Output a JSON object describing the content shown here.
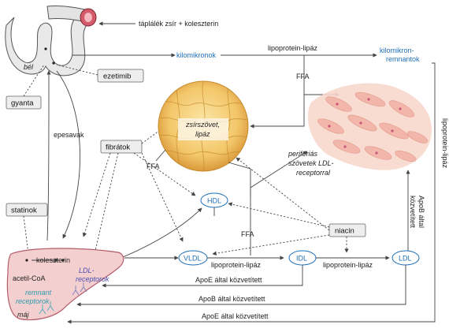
{
  "labels": {
    "nutrients": "táplálék zsír + koleszterin",
    "gut": "bél",
    "chylomicrons": "kilomikronok",
    "lpl_top": "lipoprotein-lipáz",
    "chylo_remnants_1": "kilomikron-",
    "chylo_remnants_2": "remnantok",
    "ffa_top": "FFA",
    "adipose_1": "zsírszövet,",
    "adipose_2": "lipáz",
    "peripheral_1": "perifériás",
    "peripheral_2": "szövetek LDL-",
    "peripheral_3": "receptorral",
    "bile_acids": "epesavak",
    "ffa_left": "FFA",
    "hdl": "HDL",
    "ffa_mid": "FFA",
    "lpl_right_vertical": "lipoprotein-lipáz",
    "apob_mediated_vertical_1": "ApoB által",
    "apob_mediated_vertical_2": "közvetített",
    "cholesterol": "koleszterin",
    "acetyl_coa": "acetil-CoA",
    "ldl_receptors_1": "LDL-",
    "ldl_receptors_2": "receptorok",
    "remnant_receptors_1": "remnant",
    "remnant_receptors_2": "receptorok",
    "liver": "máj",
    "vldl": "VLDL",
    "lpl_vldl": "lipoprotein-lipáz",
    "idl": "IDL",
    "lpl_idl": "lipoprotein-lipáz",
    "ldl": "LDL",
    "apoe_1": "ApoE által közvetített",
    "apob_bottom": "ApoB által közvetített",
    "apoe_2": "ApoE által közvetített"
  },
  "drugs": {
    "ezetimibe": "ezetimib",
    "resin": "gyanta",
    "fibrates": "fibrátok",
    "statins": "statinok",
    "niacin": "niacin"
  },
  "colors": {
    "accent_blue": "#1f6fb8",
    "liver_fill": "#f3d0cf",
    "tissue_fill": "#f8d8cc",
    "adipose_fill": "#f3c66a"
  }
}
